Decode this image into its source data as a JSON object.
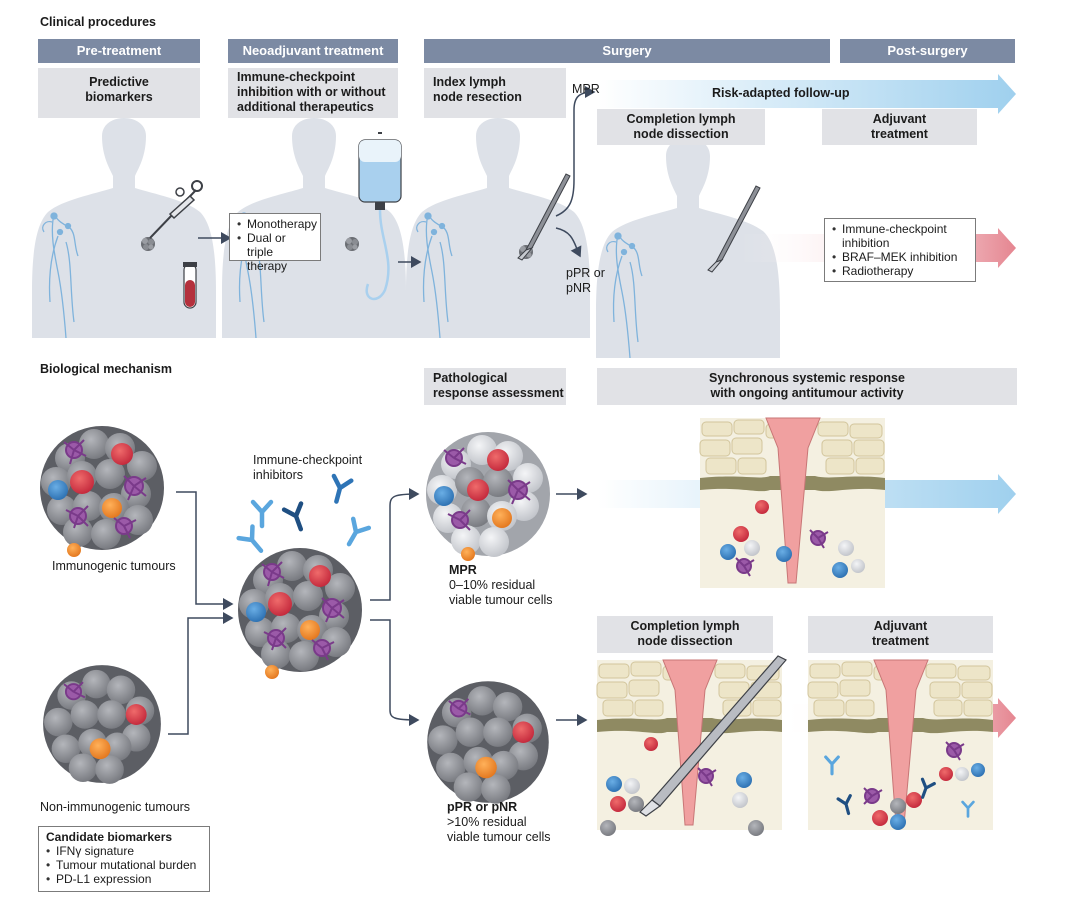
{
  "clinical": {
    "title": "Clinical procedures",
    "phases": {
      "pre": "Pre-treatment",
      "neo": "Neoadjuvant treatment",
      "surgery": "Surgery",
      "post": "Post-surgery"
    },
    "steps": {
      "predictive_1": "Predictive",
      "predictive_2": "biomarkers",
      "ici_1": "Immune-checkpoint",
      "ici_2": "inhibition with or without",
      "ici_3": "additional therapeutics",
      "index_1": "Index lymph",
      "index_2": "node resection",
      "completion_1": "Completion lymph",
      "completion_2": "node dissection",
      "adjuvant_1": "Adjuvant",
      "adjuvant_2": "treatment"
    },
    "therapy_options": [
      "Monotherapy",
      "Dual or triple",
      "therapy"
    ],
    "mpr": "MPR",
    "ppr_1": "pPR or",
    "ppr_2": "pNR",
    "follow_up": "Risk-adapted follow-up",
    "adjuvant_options": [
      "Immune-checkpoint",
      "inhibition",
      "BRAF–MEK inhibition",
      "Radiotherapy"
    ]
  },
  "bio": {
    "title": "Biological mechanism",
    "patho_1": "Pathological",
    "patho_2": "response assessment",
    "sync_1": "Synchronous systemic response",
    "sync_2": "with ongoing antitumour activity",
    "ici_1": "Immune-checkpoint",
    "ici_2": "inhibitors",
    "immunogenic": "Immunogenic tumours",
    "non_immunogenic": "Non-immunogenic tumours",
    "mpr_title": "MPR",
    "mpr_1": "0–10% residual",
    "mpr_2": "viable tumour cells",
    "ppr_title": "pPR or pNR",
    "ppr_1": ">10% residual",
    "ppr_2": "viable tumour cells",
    "completion_1": "Completion lymph",
    "completion_2": "node dissection",
    "adjuvant_1": "Adjuvant",
    "adjuvant_2": "treatment",
    "biomarkers_title": "Candidate biomarkers",
    "biomarkers": [
      "IFNγ signature",
      "Tumour mutational burden",
      "PD-L1 expression"
    ]
  },
  "colors": {
    "phase_bar": "#7c8aa3",
    "label_box": "#e1e2e6",
    "body": "#dde1e8",
    "lymph": "#7fb3dc",
    "tumour_cell": "#8e9096",
    "red_cell": "#d9394a",
    "orange_cell": "#f28e2b",
    "blue_cell": "#3a86c8",
    "purple_cell": "#9b5aa8",
    "arrow_blue": "#9fd0ee",
    "arrow_pink": "#e58590",
    "skin_pink": "#f0a0a0"
  }
}
